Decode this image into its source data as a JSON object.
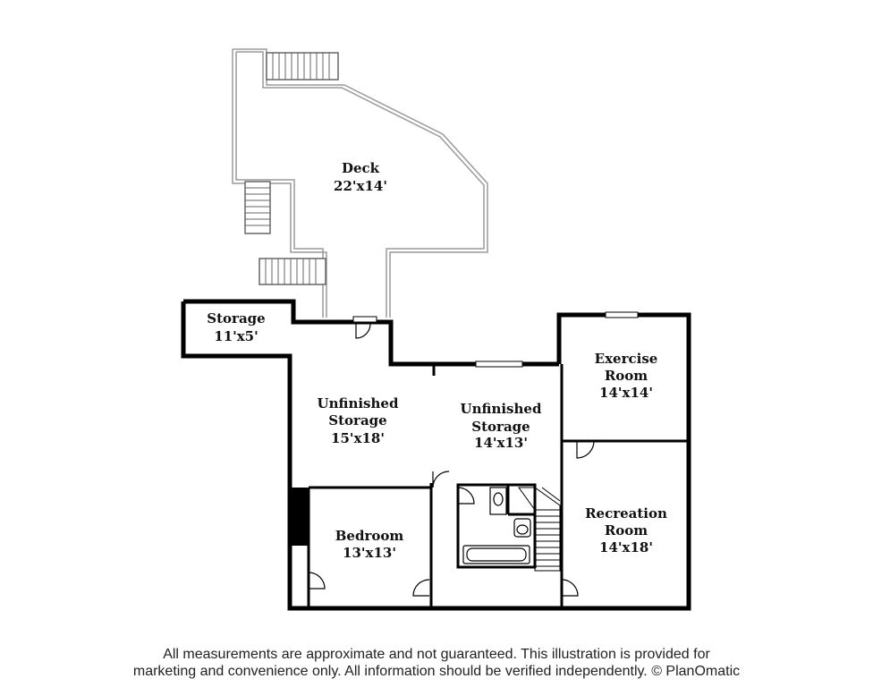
{
  "rooms": {
    "deck": {
      "name": "Deck",
      "size": "22'x14'"
    },
    "storage_small": {
      "name": "Storage",
      "size": "11'x5'"
    },
    "unfinished_left": {
      "name_line1": "Unfinished",
      "name_line2": "Storage",
      "size": "15'x18'"
    },
    "unfinished_right": {
      "name_line1": "Unfinished",
      "name_line2": "Storage",
      "size": "14'x13'"
    },
    "exercise": {
      "name_line1": "Exercise",
      "name_line2": "Room",
      "size": "14'x14'"
    },
    "recreation": {
      "name_line1": "Recreation",
      "name_line2": "Room",
      "size": "14'x18'"
    },
    "bedroom": {
      "name": "Bedroom",
      "size": "13'x13'"
    }
  },
  "disclaimer": {
    "line1": "All measurements are approximate and not guaranteed. This illustration is provided for",
    "line2": "marketing and convenience only. All information should be verified independently. © PlanOmatic"
  },
  "colors": {
    "wall": "#000000",
    "deck_outline": "#9a9a9a",
    "background": "#ffffff"
  }
}
